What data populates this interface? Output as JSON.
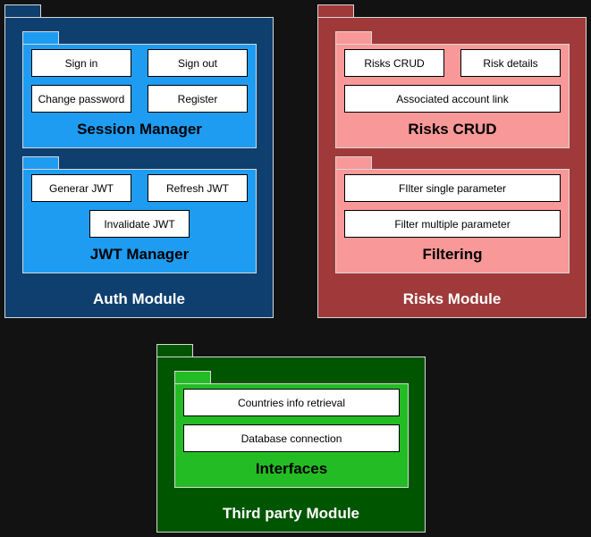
{
  "colors": {
    "auth_module": "#0f3f6f",
    "auth_sub": "#1e9cf2",
    "risks_module": "#a03a3a",
    "risks_sub": "#f99898",
    "third_module": "#005500",
    "third_sub": "#24bc24"
  },
  "auth": {
    "title": "Auth Module",
    "session": {
      "title": "Session Manager",
      "sign_in": "Sign in",
      "sign_out": "Sign out",
      "change_password": "Change password",
      "register": "Register"
    },
    "jwt": {
      "title": "JWT Manager",
      "generate": "Generar JWT",
      "refresh": "Refresh JWT",
      "invalidate": "Invalidate JWT"
    }
  },
  "risks": {
    "title": "Risks Module",
    "crud": {
      "title": "Risks CRUD",
      "risks_crud": "Risks CRUD",
      "risk_details": "Risk details",
      "associated_account": "Associated account link"
    },
    "filtering": {
      "title": "Filtering",
      "single": "FIlter single parameter",
      "multiple": "Filter multiple parameter"
    }
  },
  "third_party": {
    "title": "Third party Module",
    "interfaces": {
      "title": "Interfaces",
      "countries": "Countries info retrieval",
      "database": "Database connection"
    }
  }
}
